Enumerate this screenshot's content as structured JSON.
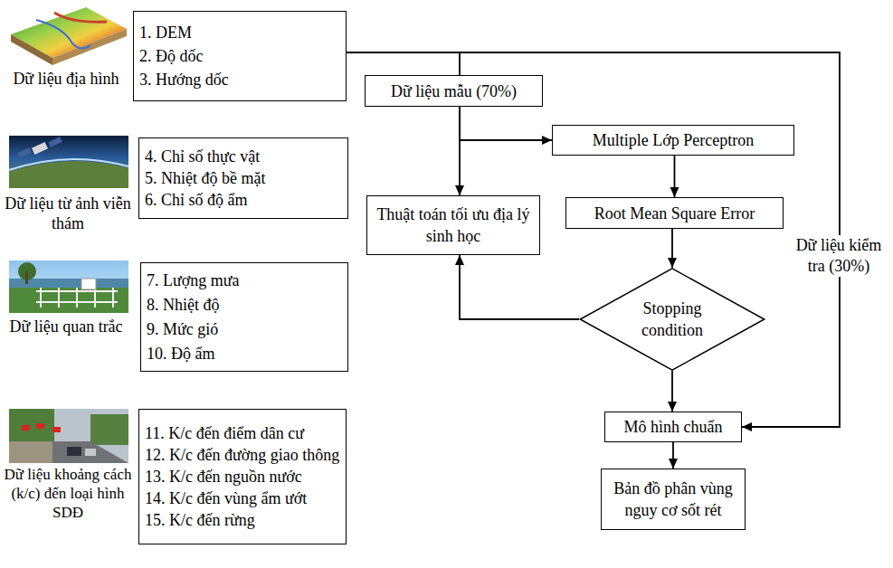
{
  "diagram": {
    "nodes": [
      {
        "text": [
          "1. DEM",
          "2. Độ dốc",
          "3. Hướng dốc"
        ]
      },
      {
        "text": [
          "4. Chỉ số thực vật",
          "5. Nhiệt độ bề mặt",
          "6. Chỉ số độ ẩm"
        ]
      },
      {
        "text": [
          "7. Lượng mưa",
          "8. Nhiệt độ",
          "9. Mức gió",
          "10. Độ ẩm"
        ]
      },
      {
        "text": [
          "11. K/c đến điểm dân cư",
          "12. K/c đến đường giao thông",
          "13. K/c đến nguồn nước",
          "14. K/c đến vùng ẩm ướt",
          "15. K/c đến rừng"
        ]
      },
      {
        "text": [
          "Dữ liệu mẫu (70%)"
        ]
      },
      {
        "text": [
          "Multiple Lớp Perceptron"
        ]
      },
      {
        "text": [
          "Thuật toán tối ưu địa lý sinh học"
        ]
      },
      {
        "text": [
          "Root Mean Square Error"
        ]
      },
      {
        "text": [
          "Stopping condition"
        ]
      },
      {
        "text": [
          "Mô hình chuẩn"
        ]
      },
      {
        "text": [
          "Bản đồ phân vùng nguy cơ sốt rét"
        ]
      }
    ],
    "edges": [
      {
        "from": 0,
        "to": 9,
        "label": "Dữ liệu kiểm tra (30%)",
        "arrow": "to"
      },
      {
        "from": 0,
        "to": 4,
        "arrow": "none"
      },
      {
        "from": 4,
        "to": 5,
        "arrow": "to"
      },
      {
        "from": 4,
        "to": 6,
        "arrow": "to"
      },
      {
        "from": 5,
        "to": 7,
        "arrow": "to"
      },
      {
        "from": 7,
        "to": 8,
        "arrow": "to"
      },
      {
        "from": 8,
        "to": 6,
        "arrow": "to"
      },
      {
        "from": 8,
        "to": 9,
        "arrow": "to"
      },
      {
        "from": 9,
        "to": 10,
        "arrow": "to"
      }
    ],
    "labels": [
      "Dữ liệu địa hình",
      "Dữ liệu từ ảnh viễn thám",
      "Dữ liệu quan trắc",
      "Dữ liệu khoảng cách (k/c) đến loại hình SDĐ"
    ]
  }
}
